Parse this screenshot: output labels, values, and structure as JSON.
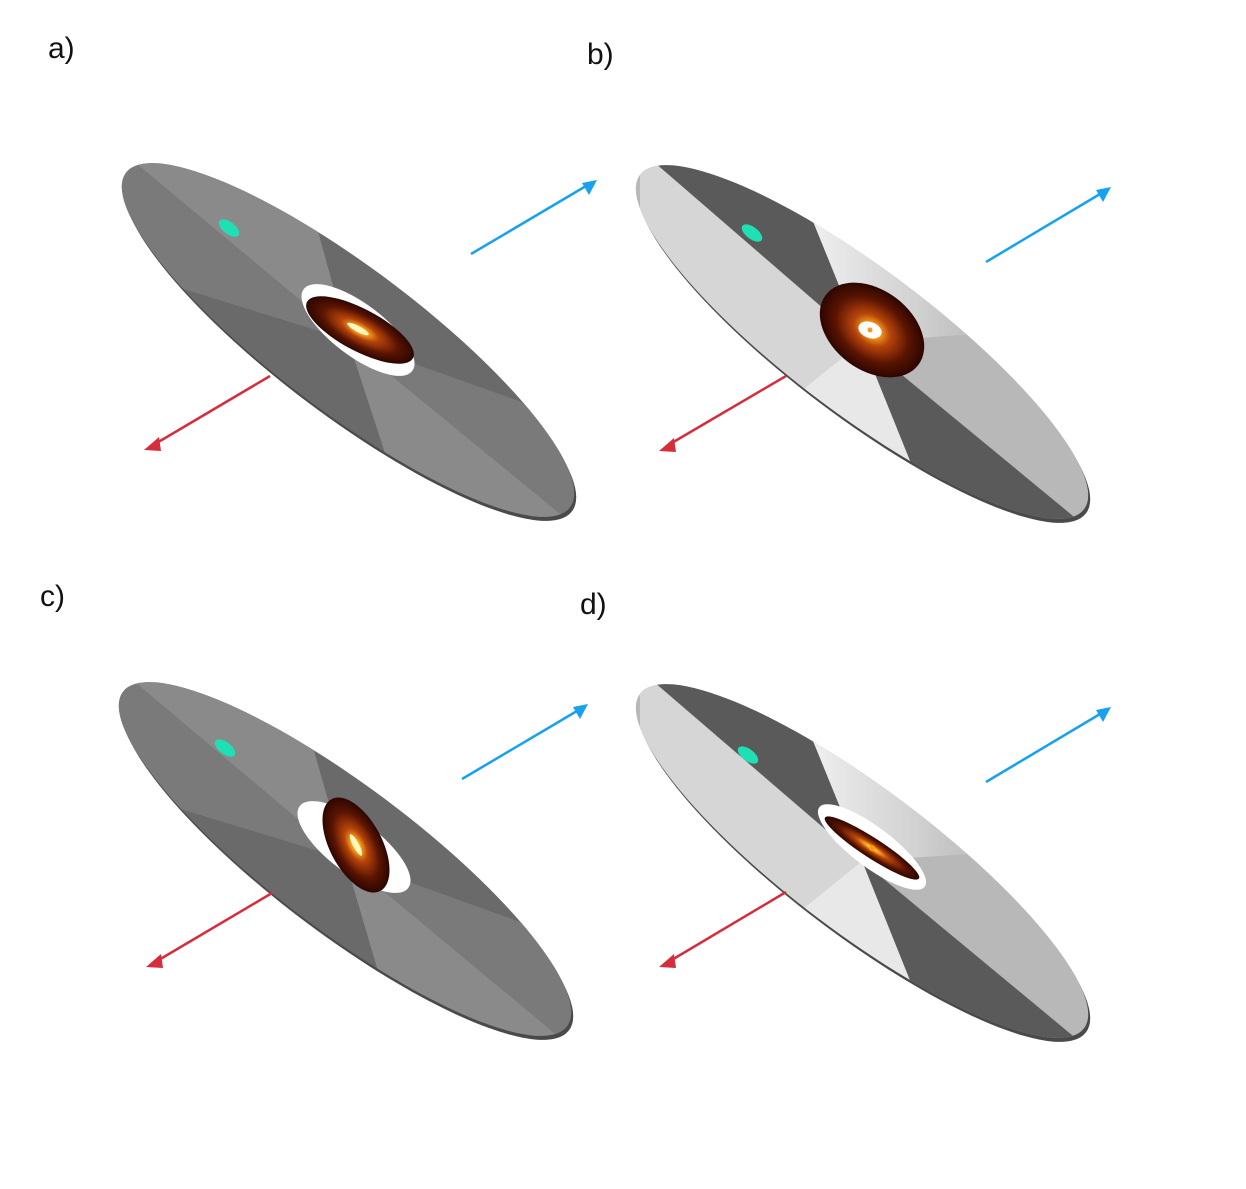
{
  "panels": [
    {
      "id": "a",
      "label": "a)",
      "disk_shading": "uniform",
      "gap": true,
      "core_opening": "wide"
    },
    {
      "id": "b",
      "label": "b)",
      "disk_shading": "gradient",
      "gap": false,
      "core_opening": "wide"
    },
    {
      "id": "c",
      "label": "c)",
      "disk_shading": "uniform",
      "gap": true,
      "core_opening": "narrow"
    },
    {
      "id": "d",
      "label": "d)",
      "disk_shading": "gradient",
      "gap": true,
      "core_opening": "very-narrow"
    }
  ],
  "colors": {
    "disk_light": "#8a8a8a",
    "disk_dark": "#5c5c5c",
    "disk_edge": "#4a4a4a",
    "gradient_light": "#f4f4f4",
    "marker": "#1fe0b4",
    "core_dark": "#3a0a00",
    "core_mid": "#8a2a05",
    "core_bright": "#ffb020",
    "arrow_blue": "#17a1ee",
    "arrow_red": "#d62d3c"
  },
  "icons": {
    "arrow_out": "arrow-up-right-icon",
    "arrow_in": "arrow-down-left-icon"
  }
}
